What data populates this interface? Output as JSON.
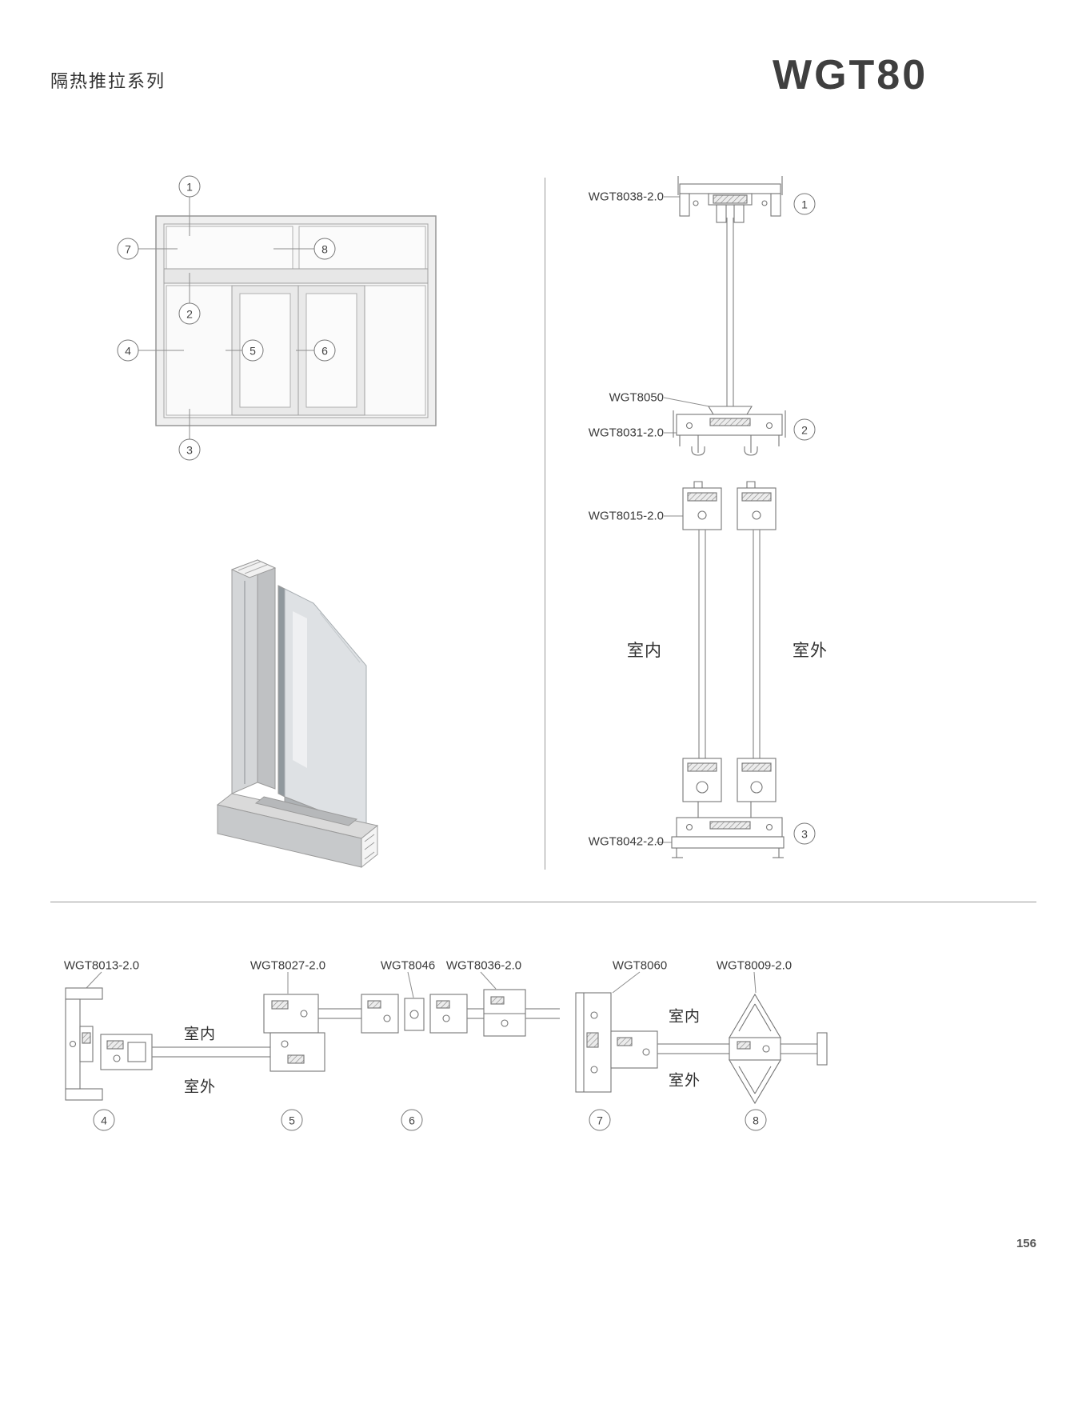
{
  "page": {
    "series_title": "隔热推拉系列",
    "product_code": "WGT80",
    "page_number": "156"
  },
  "elevation": {
    "callouts": {
      "c1": "1",
      "c2": "2",
      "c3": "3",
      "c4": "4",
      "c5": "5",
      "c6": "6",
      "c7": "7",
      "c8": "8"
    }
  },
  "vertical_section": {
    "label_head": "WGT8038-2.0",
    "label_adaptor": "WGT8050",
    "label_transom": "WGT8031-2.0",
    "label_interlock": "WGT8015-2.0",
    "label_sill": "WGT8042-2.0",
    "indoor": "室内",
    "outdoor": "室外",
    "callout_1": "1",
    "callout_2": "2",
    "callout_3": "3"
  },
  "horizontal_section": {
    "label_jamb_left": "WGT8013-2.0",
    "label_interlock": "WGT8027-2.0",
    "label_connector": "WGT8046",
    "label_meeting_stile": "WGT8036-2.0",
    "label_jamb_right": "WGT8060",
    "label_corner": "WGT8009-2.0",
    "indoor_left": "室内",
    "outdoor_left": "室外",
    "indoor_right": "室内",
    "outdoor_right": "室外",
    "callout_4": "4",
    "callout_5": "5",
    "callout_6": "6",
    "callout_7": "7",
    "callout_8": "8"
  }
}
